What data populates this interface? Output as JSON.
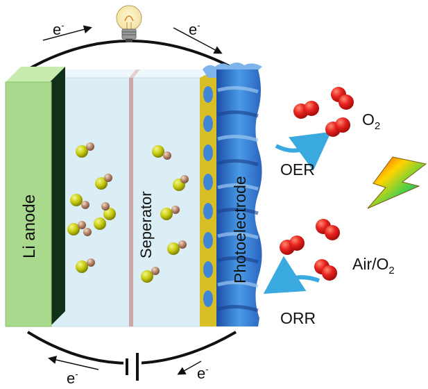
{
  "labels": {
    "anode": "Li anode",
    "separator": "Seperator",
    "photoelectrode": "Photoelectrode",
    "oer": "OER",
    "orr": "ORR",
    "o2": "O",
    "o2_sub": "2",
    "air": "Air/O",
    "air_sub": "2",
    "electron": "e",
    "electron_sup": "-"
  },
  "icons": [
    "light-bulb-icon",
    "battery-icon",
    "lightning-icon"
  ],
  "colors": {
    "anode": "#a9d98c",
    "electrolyte": "#dceef5",
    "separator": "#c9a9a6",
    "photoelectrode": "#3f86d6",
    "photoelectrode_pillars": "#e3c92f",
    "oxygen": "#e8231f",
    "li_ion": "#c8cc10",
    "anion": "#b8876a",
    "arrow": "#3aa9e0"
  }
}
